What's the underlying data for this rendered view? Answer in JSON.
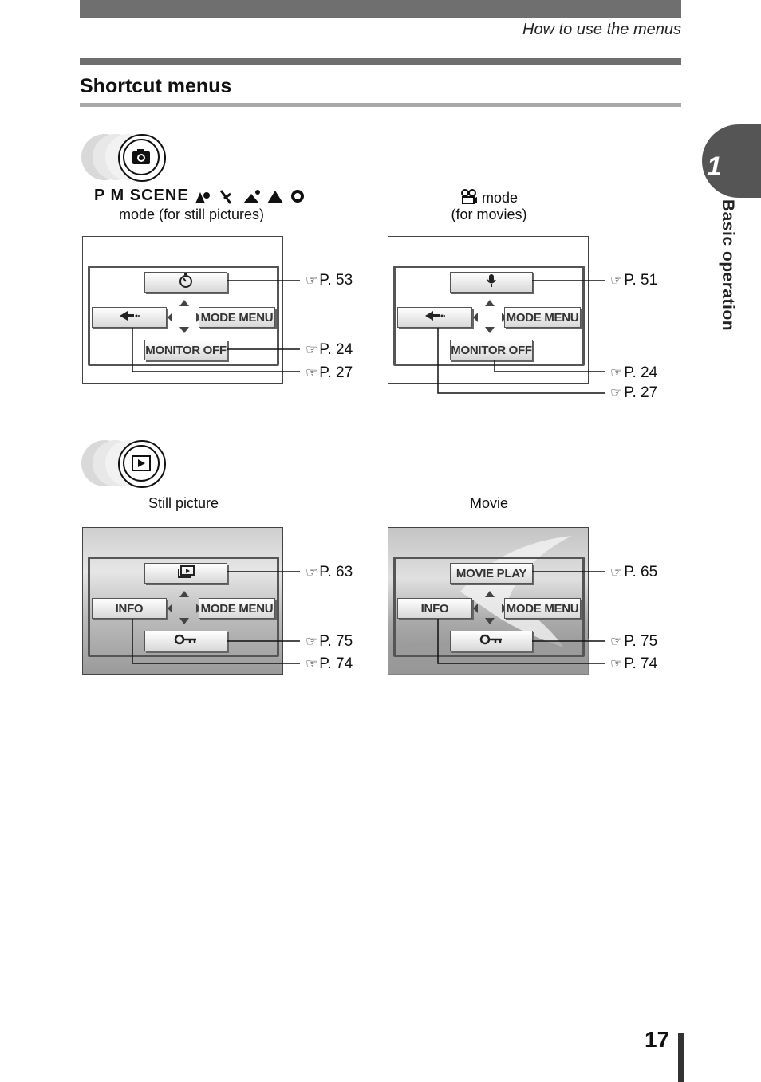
{
  "header": {
    "title": "How to use the menus"
  },
  "section": {
    "title": "Shortcut menus"
  },
  "chapter": {
    "number": "1",
    "label": "Basic operation"
  },
  "page_number": "17",
  "shooting": {
    "badge_icon": "camera-icon",
    "still": {
      "modes_line": "P M SCENE",
      "caption": "mode (for still pictures)",
      "buttons": {
        "top_icon": "self-timer-icon",
        "left_icon": "image-quality-icon",
        "right": "MODE MENU",
        "bottom": "MONITOR OFF"
      },
      "refs": [
        "P. 53",
        "P. 24",
        "P. 27"
      ]
    },
    "movie": {
      "mode_word": "mode",
      "caption": "(for movies)",
      "buttons": {
        "top_icon": "microphone-icon",
        "left_icon": "image-quality-icon",
        "right": "MODE MENU",
        "bottom": "MONITOR OFF"
      },
      "refs": [
        "P. 51",
        "P. 24",
        "P. 27"
      ]
    }
  },
  "playback": {
    "badge_icon": "play-icon",
    "still": {
      "caption": "Still picture",
      "buttons": {
        "top_icon": "slideshow-icon",
        "left": "INFO",
        "right": "MODE MENU",
        "bottom_icon": "protect-key-icon"
      },
      "refs": [
        "P. 63",
        "P. 75",
        "P. 74"
      ]
    },
    "movie": {
      "caption": "Movie",
      "buttons": {
        "top": "MOVIE PLAY",
        "left": "INFO",
        "right": "MODE MENU",
        "bottom_icon": "protect-key-icon"
      },
      "refs": [
        "P. 65",
        "P. 75",
        "P. 74"
      ]
    }
  },
  "ref_icon": "reference-hand-icon"
}
